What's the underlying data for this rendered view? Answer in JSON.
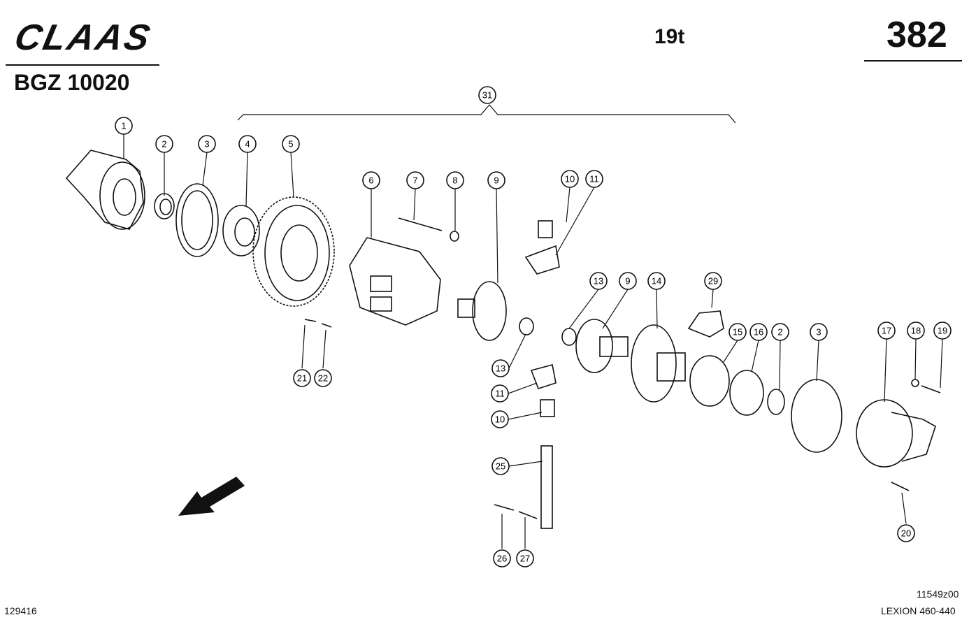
{
  "header": {
    "brand": "CLAAS",
    "section": "19t",
    "page_number": "382",
    "doc_id": "BGZ 10020"
  },
  "footer": {
    "left_code": "129416",
    "drawing_code": "11549z00",
    "model": "LEXION 460-440"
  },
  "callouts": [
    "1",
    "2",
    "3",
    "4",
    "5",
    "6",
    "7",
    "8",
    "9",
    "10",
    "11",
    "13",
    "9",
    "14",
    "29",
    "15",
    "16",
    "2",
    "3",
    "17",
    "18",
    "19",
    "13",
    "11",
    "10",
    "25",
    "21",
    "22",
    "26",
    "27",
    "20",
    "31"
  ]
}
